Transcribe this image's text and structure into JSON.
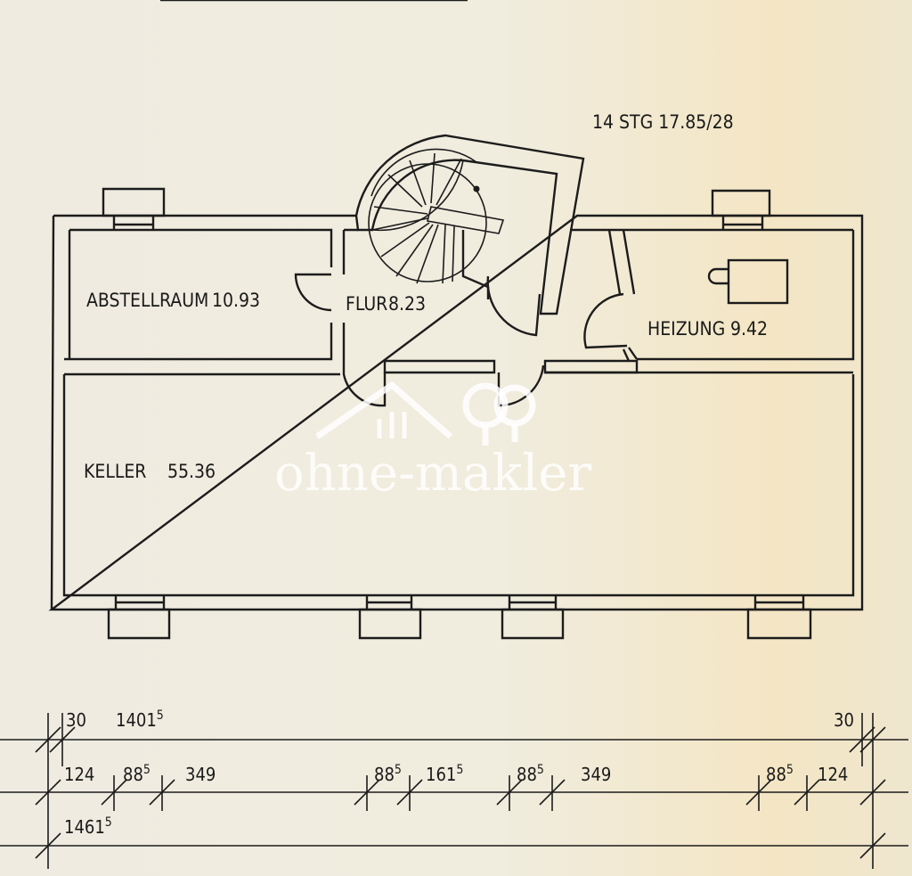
{
  "stair_note": "14 STG 17.85/28",
  "rooms": [
    {
      "name": "ABSTELLRAUM",
      "area": "10.93"
    },
    {
      "name": "FLUR",
      "area": "8.23"
    },
    {
      "name": "HEIZUNG",
      "area": "9.42"
    },
    {
      "name": "KELLER",
      "area": "55.36"
    }
  ],
  "dimensions": {
    "row1": {
      "a": "30",
      "b_main": "1401",
      "b_sup": "5",
      "c": "30"
    },
    "row2": [
      {
        "main": "124",
        "sup": ""
      },
      {
        "main": "88",
        "sup": "5"
      },
      {
        "main": "349",
        "sup": ""
      },
      {
        "main": "88",
        "sup": "5"
      },
      {
        "main": "161",
        "sup": "5"
      },
      {
        "main": "88",
        "sup": "5"
      },
      {
        "main": "349",
        "sup": ""
      },
      {
        "main": "88",
        "sup": "5"
      },
      {
        "main": "124",
        "sup": ""
      }
    ],
    "row3": {
      "main": "1461",
      "sup": "5"
    }
  },
  "watermark": {
    "text": "ohne-makler"
  },
  "colors": {
    "ink": "#1c1c1c",
    "paper": "#efebe0",
    "watermark": "#ffffff"
  }
}
